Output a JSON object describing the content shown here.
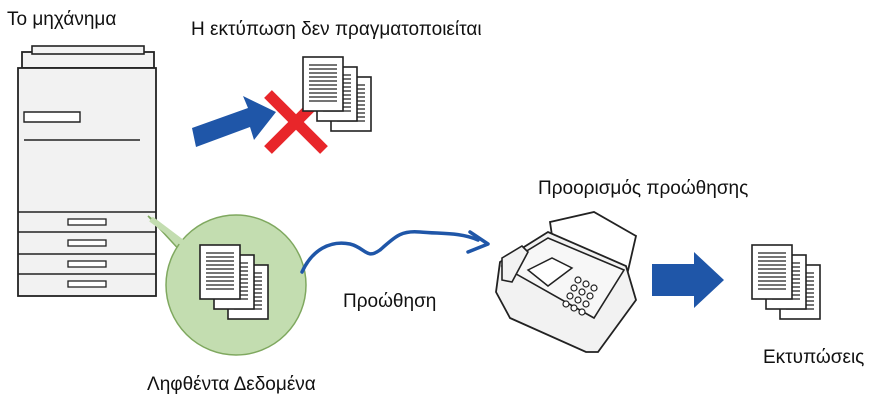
{
  "labels": {
    "machine": "Το μηχάνημα",
    "no_print": "Η εκτύπωση δεν πραγματοποιείται",
    "destination": "Προορισμός προώθησης",
    "forward": "Προώθηση",
    "received": "Ληφθέντα Δεδομένα",
    "printouts": "Εκτυπώσεις"
  },
  "colors": {
    "arrow_blue": "#1f56a8",
    "cross_red": "#e8262a",
    "bubble_green": "#c3ddb0",
    "bubble_stroke": "#7fa85f",
    "device_gray": "#f2f2f2",
    "outline": "#222222"
  },
  "icons": {
    "machine": "multifunction-printer-icon",
    "fax": "fax-machine-icon",
    "not_allowed": "red-x-icon",
    "document_stack": "document-stack-icon",
    "arrow": "blue-arrow-icon"
  }
}
